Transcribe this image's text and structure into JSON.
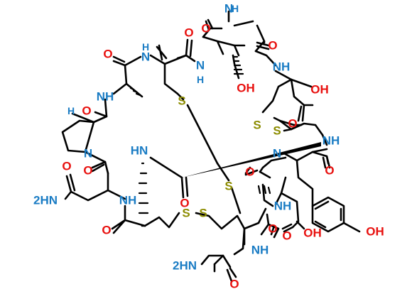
{
  "colors": {
    "oxygen": "#e8100e",
    "nitrogen": "#1a7cc4",
    "sulfur": "#8c8c00",
    "carbon": "#000000",
    "background": "#ffffff"
  },
  "labels": {
    "nh_top": "N",
    "h_top": "H",
    "o_top": "O",
    "o_top_left": "O",
    "nh_top_left": "N",
    "h_top_left": "H",
    "nh_thr": "N",
    "h_thr": "H",
    "oh_thr": "OH",
    "o_gly": "O",
    "nh_cys_top": "NH",
    "oh_acid_top": "OH",
    "o_acid_top": "O",
    "nh_ala": "NH",
    "o_ala": "O",
    "h_pro": "H",
    "n_pro": "N",
    "s_top": "S",
    "s_ss1": "S",
    "s_ss2": "S",
    "nh_right": "NH",
    "n_ring": "N",
    "o_right": "O",
    "hn_mid": "HN",
    "o_mid": "O",
    "s_mid": "S",
    "o_mid2": "O",
    "o_pro_co": "O",
    "h2n_left": "2HN",
    "o_asn": "O",
    "nh_asn": "NH",
    "o_asn_co": "O",
    "s_bot1": "S",
    "s_bot2": "S",
    "nh_asp": "NH",
    "o_asp": "O",
    "oh_asp": "OH",
    "o_asp2": "O",
    "h2n_bot": "2HN",
    "nh_bot": "NH",
    "o_bot": "O",
    "oh_tyr": "OH"
  }
}
